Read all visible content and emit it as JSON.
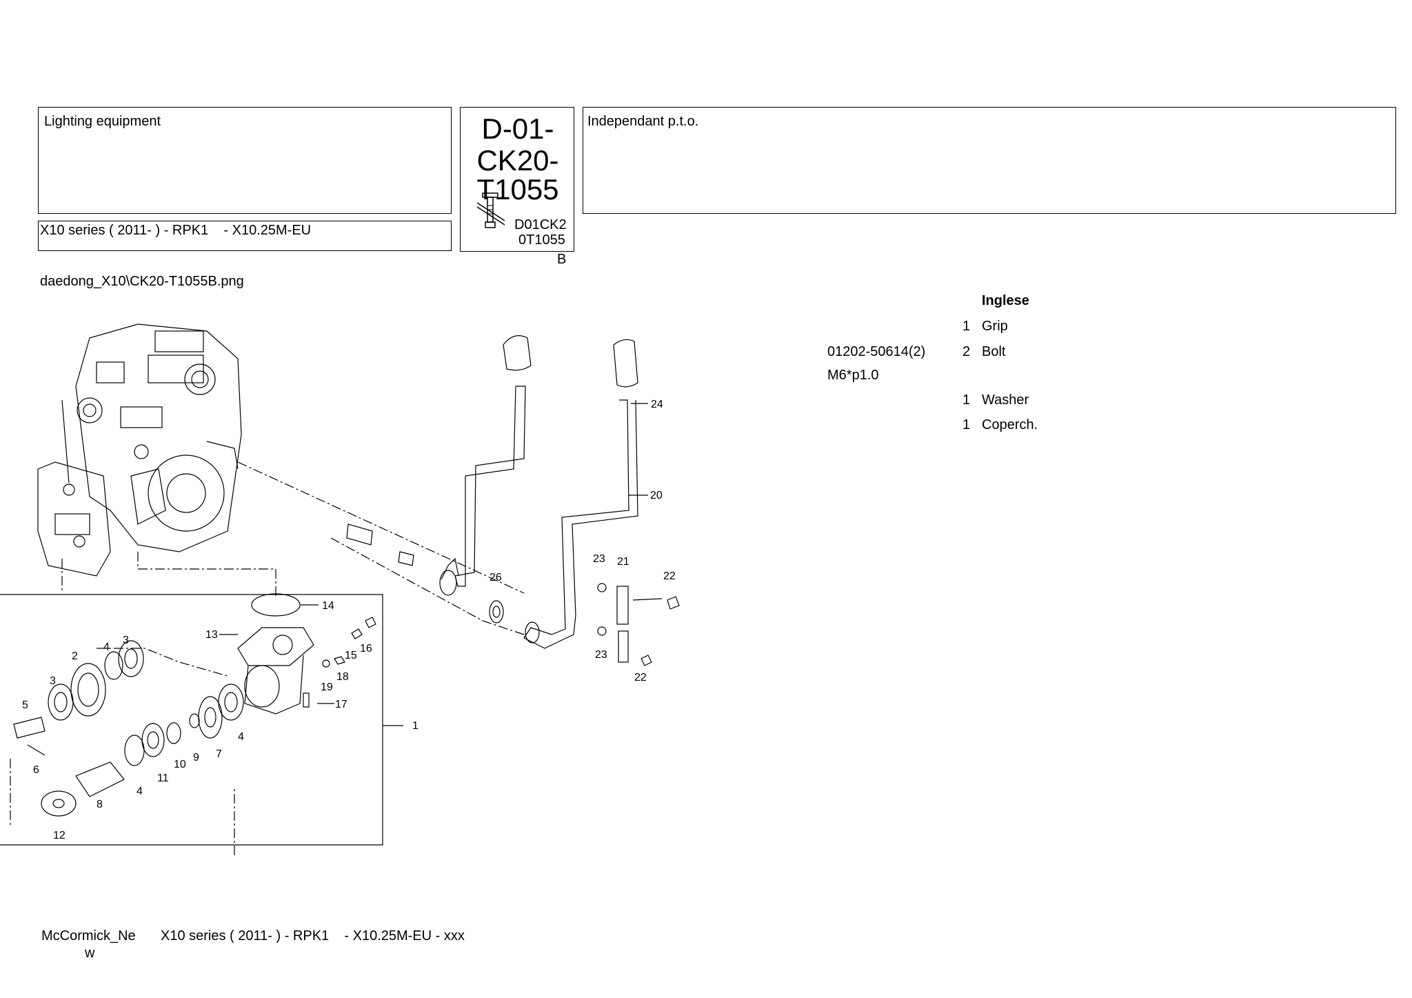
{
  "header": {
    "group_title": "Lighting equipment",
    "series_line": "X10 series ( 2011- ) - RPK1    - X10.25M-EU",
    "code_big_1": "D-01-",
    "code_big_2": "CK20-",
    "code_big_3": "T1055",
    "code_small_1": "D01CK2",
    "code_small_2": "0T1055",
    "code_small_3": "B",
    "section_title": "Independant p.t.o."
  },
  "image_filename": "daedong_X10\\CK20-T1055B.png",
  "parts_table": {
    "column_header": "Inglese",
    "rows": [
      {
        "code": "",
        "qty": "1",
        "desc": "Grip"
      },
      {
        "code": "01202-50614(2)",
        "qty": "2",
        "desc": "Bolt"
      },
      {
        "code": "M6*p1.0",
        "qty": "",
        "desc": ""
      },
      {
        "code": "",
        "qty": "1",
        "desc": "Washer"
      },
      {
        "code": "",
        "qty": "1",
        "desc": "Coperch."
      }
    ]
  },
  "diagram": {
    "callouts": [
      "1",
      "2",
      "3",
      "3",
      "4",
      "4",
      "4",
      "5",
      "6",
      "7",
      "8",
      "9",
      "10",
      "11",
      "12",
      "13",
      "14",
      "15",
      "16",
      "17",
      "18",
      "19",
      "20",
      "21",
      "22",
      "22",
      "23",
      "23",
      "24",
      "26"
    ]
  },
  "footer": {
    "brand_1": "McCormick_Ne",
    "brand_2": "w",
    "series": "X10 series ( 2011- ) - RPK1    - X10.25M-EU - xxx"
  }
}
